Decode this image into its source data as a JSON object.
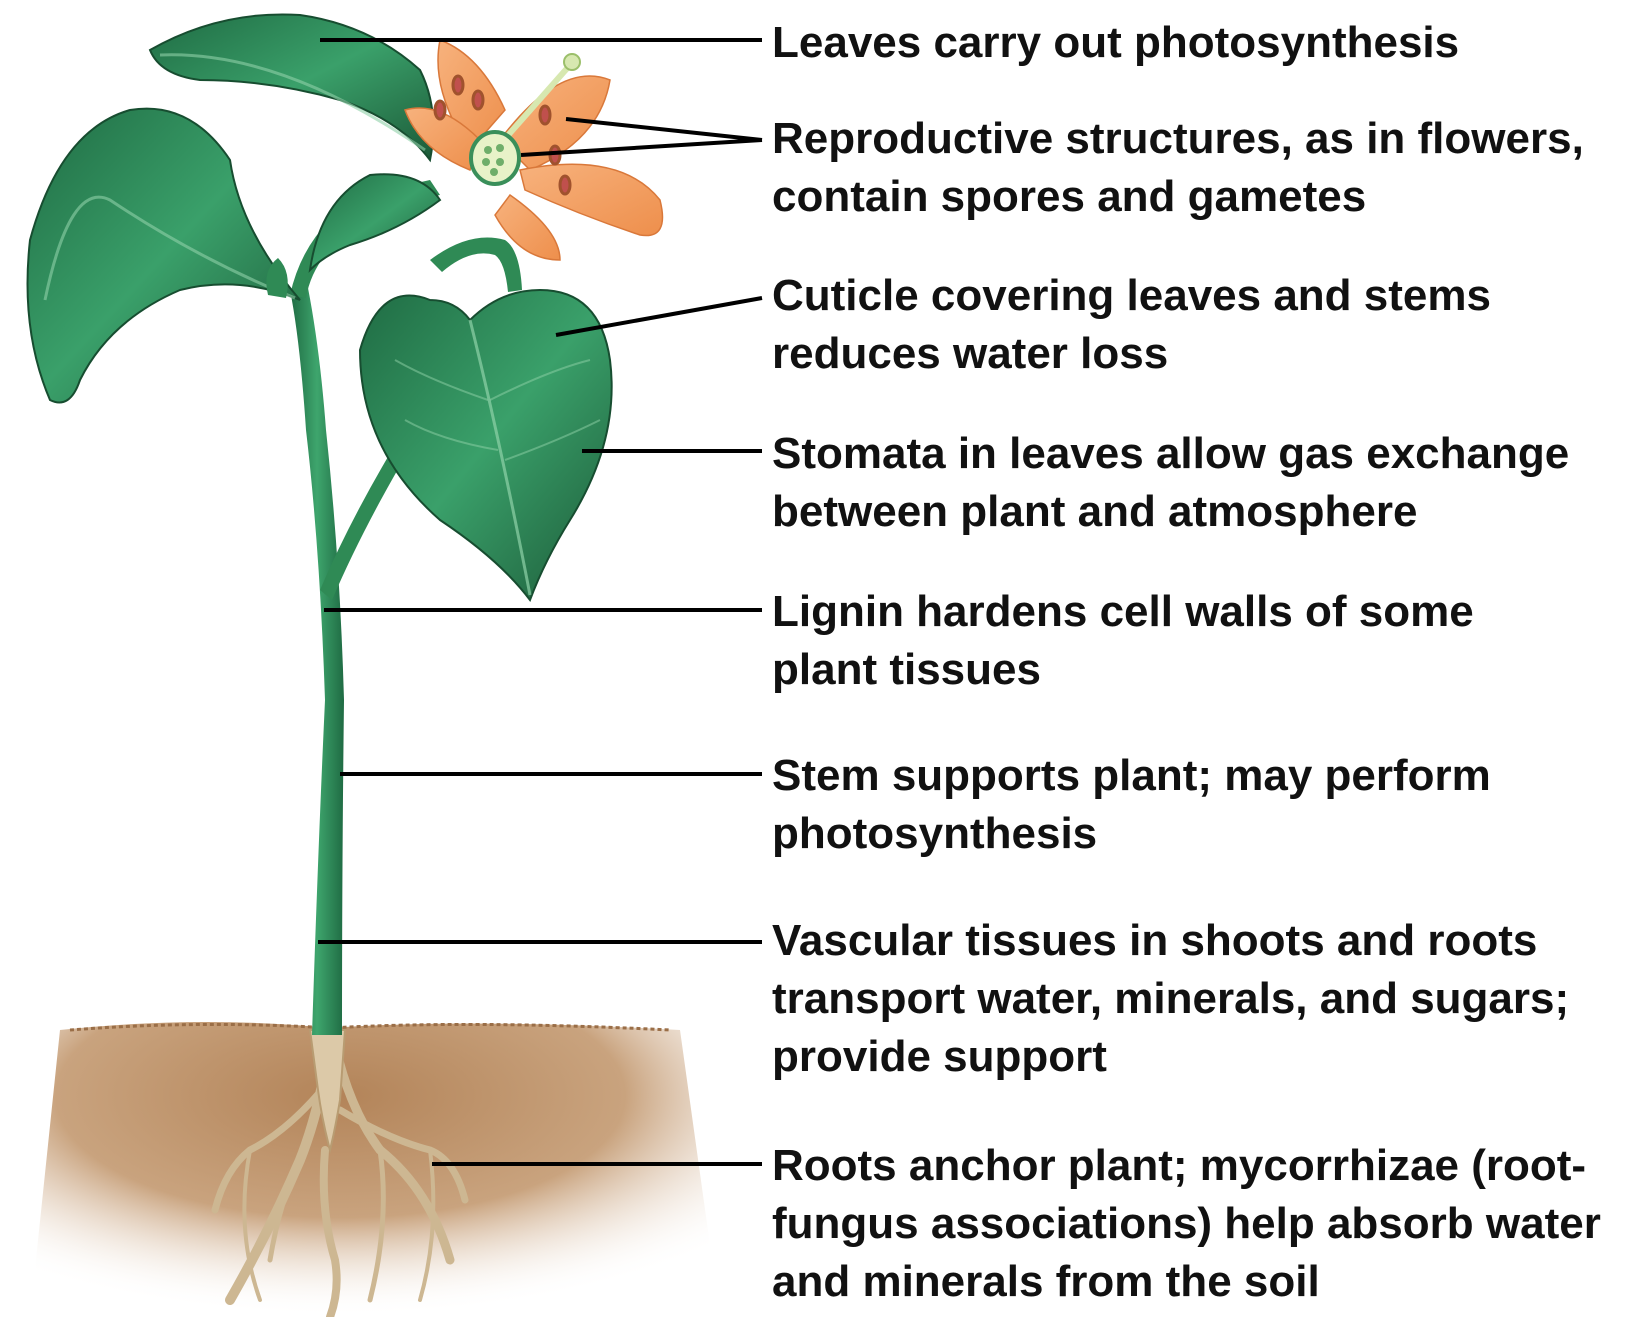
{
  "labels": [
    {
      "id": "leaves",
      "lines": [
        "Leaves carry out photosynthesis"
      ]
    },
    {
      "id": "reproductive",
      "lines": [
        "Reproductive structures, as in flowers,",
        "contain spores and gametes"
      ]
    },
    {
      "id": "cuticle",
      "lines": [
        "Cuticle covering leaves and stems",
        "reduces water loss"
      ]
    },
    {
      "id": "stomata",
      "lines": [
        "Stomata in leaves allow gas exchange",
        "between plant and atmosphere"
      ]
    },
    {
      "id": "lignin",
      "lines": [
        "Lignin hardens cell walls of some",
        "plant tissues"
      ]
    },
    {
      "id": "stem",
      "lines": [
        "Stem supports plant; may perform",
        "photosynthesis"
      ]
    },
    {
      "id": "vascular",
      "lines": [
        "Vascular tissues in shoots and roots",
        "transport water, minerals, and sugars;",
        "provide support"
      ]
    },
    {
      "id": "roots",
      "lines": [
        "Roots anchor plant; mycorrhizae (root-",
        "fungus associations) help absorb water",
        "and minerals from the soil"
      ]
    }
  ],
  "colors": {
    "leaf": "#2e8b57",
    "leaf_dark": "#1d5e3a",
    "stem": "#2f8a55",
    "petal": "#f4a46a",
    "soil": "#b98c62",
    "root": "#d9c6a8",
    "leader": "#000000"
  }
}
